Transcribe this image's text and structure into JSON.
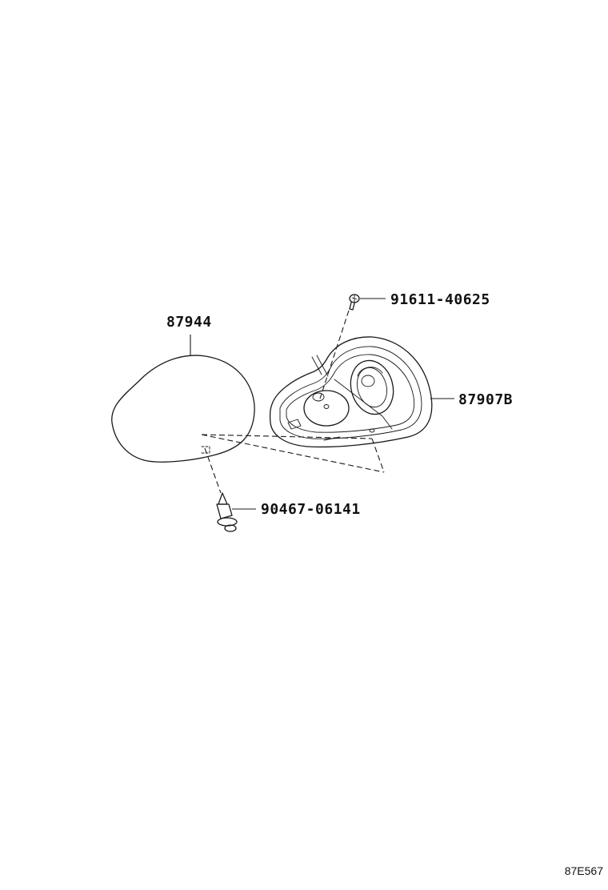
{
  "parts": {
    "cover": {
      "number": "87944"
    },
    "housing": {
      "number": "87907B"
    },
    "screw": {
      "number": "91611-40625"
    },
    "clip": {
      "number": "90467-06141"
    }
  },
  "diagram_ref": "87E567",
  "colors": {
    "line": "#1a1a1a",
    "background": "#ffffff"
  }
}
